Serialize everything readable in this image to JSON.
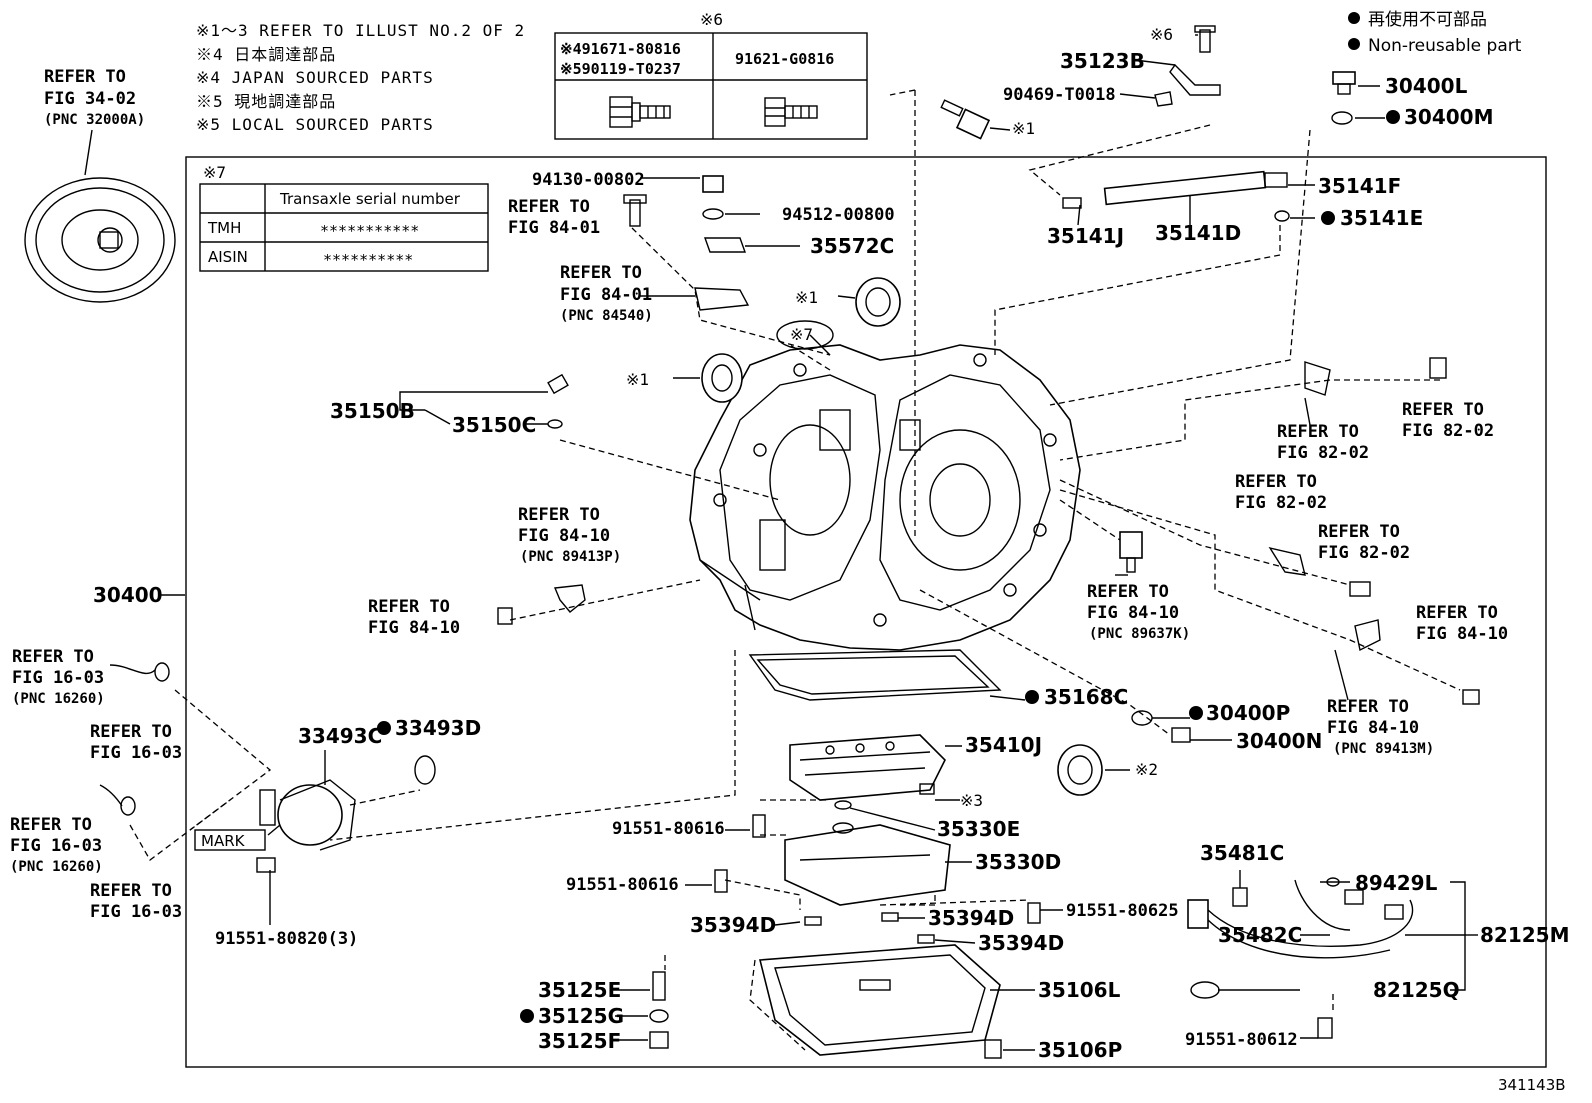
{
  "notes": {
    "n1": "※1～3 REFER TO ILLUST NO.2 OF 2",
    "n2": "※4 日本調達部品",
    "n3": "※4 JAPAN SOURCED PARTS",
    "n4": "※5 現地調達部品",
    "n5": "※5 LOCAL SOURCED PARTS"
  },
  "legend": {
    "jp": "再使用不可部品",
    "en": "Non-reusable part"
  },
  "bolt_table": {
    "mark": "※6",
    "left_1": "※491671-80816",
    "left_2": "※590119-T0237",
    "right": "91621-G0816"
  },
  "serial_table": {
    "mark": "※7",
    "header": "Transaxle serial number",
    "rows": [
      {
        "maker": "TMH",
        "serial": "***********"
      },
      {
        "maker": "AISIN",
        "serial": "**********"
      }
    ]
  },
  "figure_number": "341143B",
  "refs": {
    "r_fig3402": [
      "REFER TO",
      "FIG 34-02",
      "(PNC 32000A)"
    ],
    "r_fig8401a": [
      "REFER TO",
      "FIG 84-01"
    ],
    "r_fig8401b": [
      "REFER TO",
      "FIG 84-01",
      "(PNC 84540)"
    ],
    "r_fig8410a": [
      "REFER TO",
      "FIG 84-10",
      "(PNC 89413P)"
    ],
    "r_fig8410b": [
      "REFER TO",
      "FIG 84-10"
    ],
    "r_fig1603a": [
      "REFER TO",
      "FIG 16-03",
      "(PNC 16260)"
    ],
    "r_fig1603b": [
      "REFER TO",
      "FIG 16-03"
    ],
    "r_fig1603c": [
      "REFER TO",
      "FIG 16-03",
      "(PNC 16260)"
    ],
    "r_fig1603d": [
      "REFER TO",
      "FIG 16-03"
    ],
    "r_fig8202a": [
      "REFER TO",
      "FIG 82-02"
    ],
    "r_fig8202b": [
      "REFER TO",
      "FIG 82-02"
    ],
    "r_fig8202c": [
      "REFER TO",
      "FIG 82-02"
    ],
    "r_fig8202d": [
      "REFER TO",
      "FIG 82-02"
    ],
    "r_fig8410c": [
      "REFER TO",
      "FIG 84-10",
      "(PNC 89637K)"
    ],
    "r_fig8410d": [
      "REFER TO",
      "FIG 84-10"
    ],
    "r_fig8410e": [
      "REFER TO",
      "FIG 84-10",
      "(PNC 89413M)"
    ]
  },
  "parts": {
    "p30400": "30400",
    "p35150B": "35150B",
    "p35150C": "35150C",
    "p94130": "94130-00802",
    "p94512": "94512-00800",
    "p35572C": "35572C",
    "mark1a": "※1",
    "mark1b": "※1",
    "mark1c": "※1",
    "mark7": "※7",
    "p35123B": "35123B",
    "mark6": "※6",
    "p90469": "90469-T0018",
    "p30400L": "30400L",
    "p30400M": "30400M",
    "p35141F": "35141F",
    "p35141E": "35141E",
    "p35141J": "35141J",
    "p35141D": "35141D",
    "p35168C": "35168C",
    "p30400P": "30400P",
    "p30400N": "30400N",
    "mark2": "※2",
    "p35410J": "35410J",
    "mark3": "※3",
    "p35330E": "35330E",
    "p91551_80616a": "91551-80616",
    "p91551_80616b": "91551-80616",
    "p35330D": "35330D",
    "p35394Da": "35394D",
    "p35394Db": "35394D",
    "p35394Dc": "35394D",
    "p91551_80625": "91551-80625",
    "p35125E": "35125E",
    "p35125G": "35125G",
    "p35125F": "35125F",
    "p35106L": "35106L",
    "p35106P": "35106P",
    "p33493C": "33493C",
    "p33493D": "33493D",
    "mark_label": "MARK",
    "p91551_80820": "91551-80820(3)",
    "p35481C": "35481C",
    "p35482C": "35482C",
    "p89429L": "89429L",
    "p82125M": "82125M",
    "p82125Q": "82125Q",
    "p91551_80612": "91551-80612"
  }
}
